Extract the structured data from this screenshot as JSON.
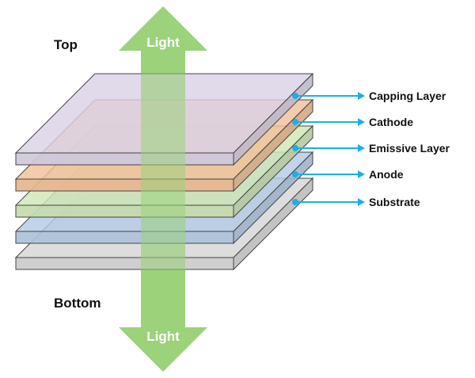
{
  "labels": {
    "top": "Top",
    "bottom": "Bottom",
    "light_top": "Light",
    "light_bottom": "Light"
  },
  "layers": [
    {
      "name": "Capping Layer",
      "color": "#d9d2e6"
    },
    {
      "name": "Cathode",
      "color": "#f2bf98"
    },
    {
      "name": "Emissive Layer",
      "color": "#cfe6b4"
    },
    {
      "name": "Anode",
      "color": "#b5cbe5"
    },
    {
      "name": "Substrate",
      "color": "#d6d6d6"
    }
  ],
  "colors": {
    "arrow": "#9bd27a",
    "pointer": "#1ab0e8",
    "edge": "#444444"
  }
}
